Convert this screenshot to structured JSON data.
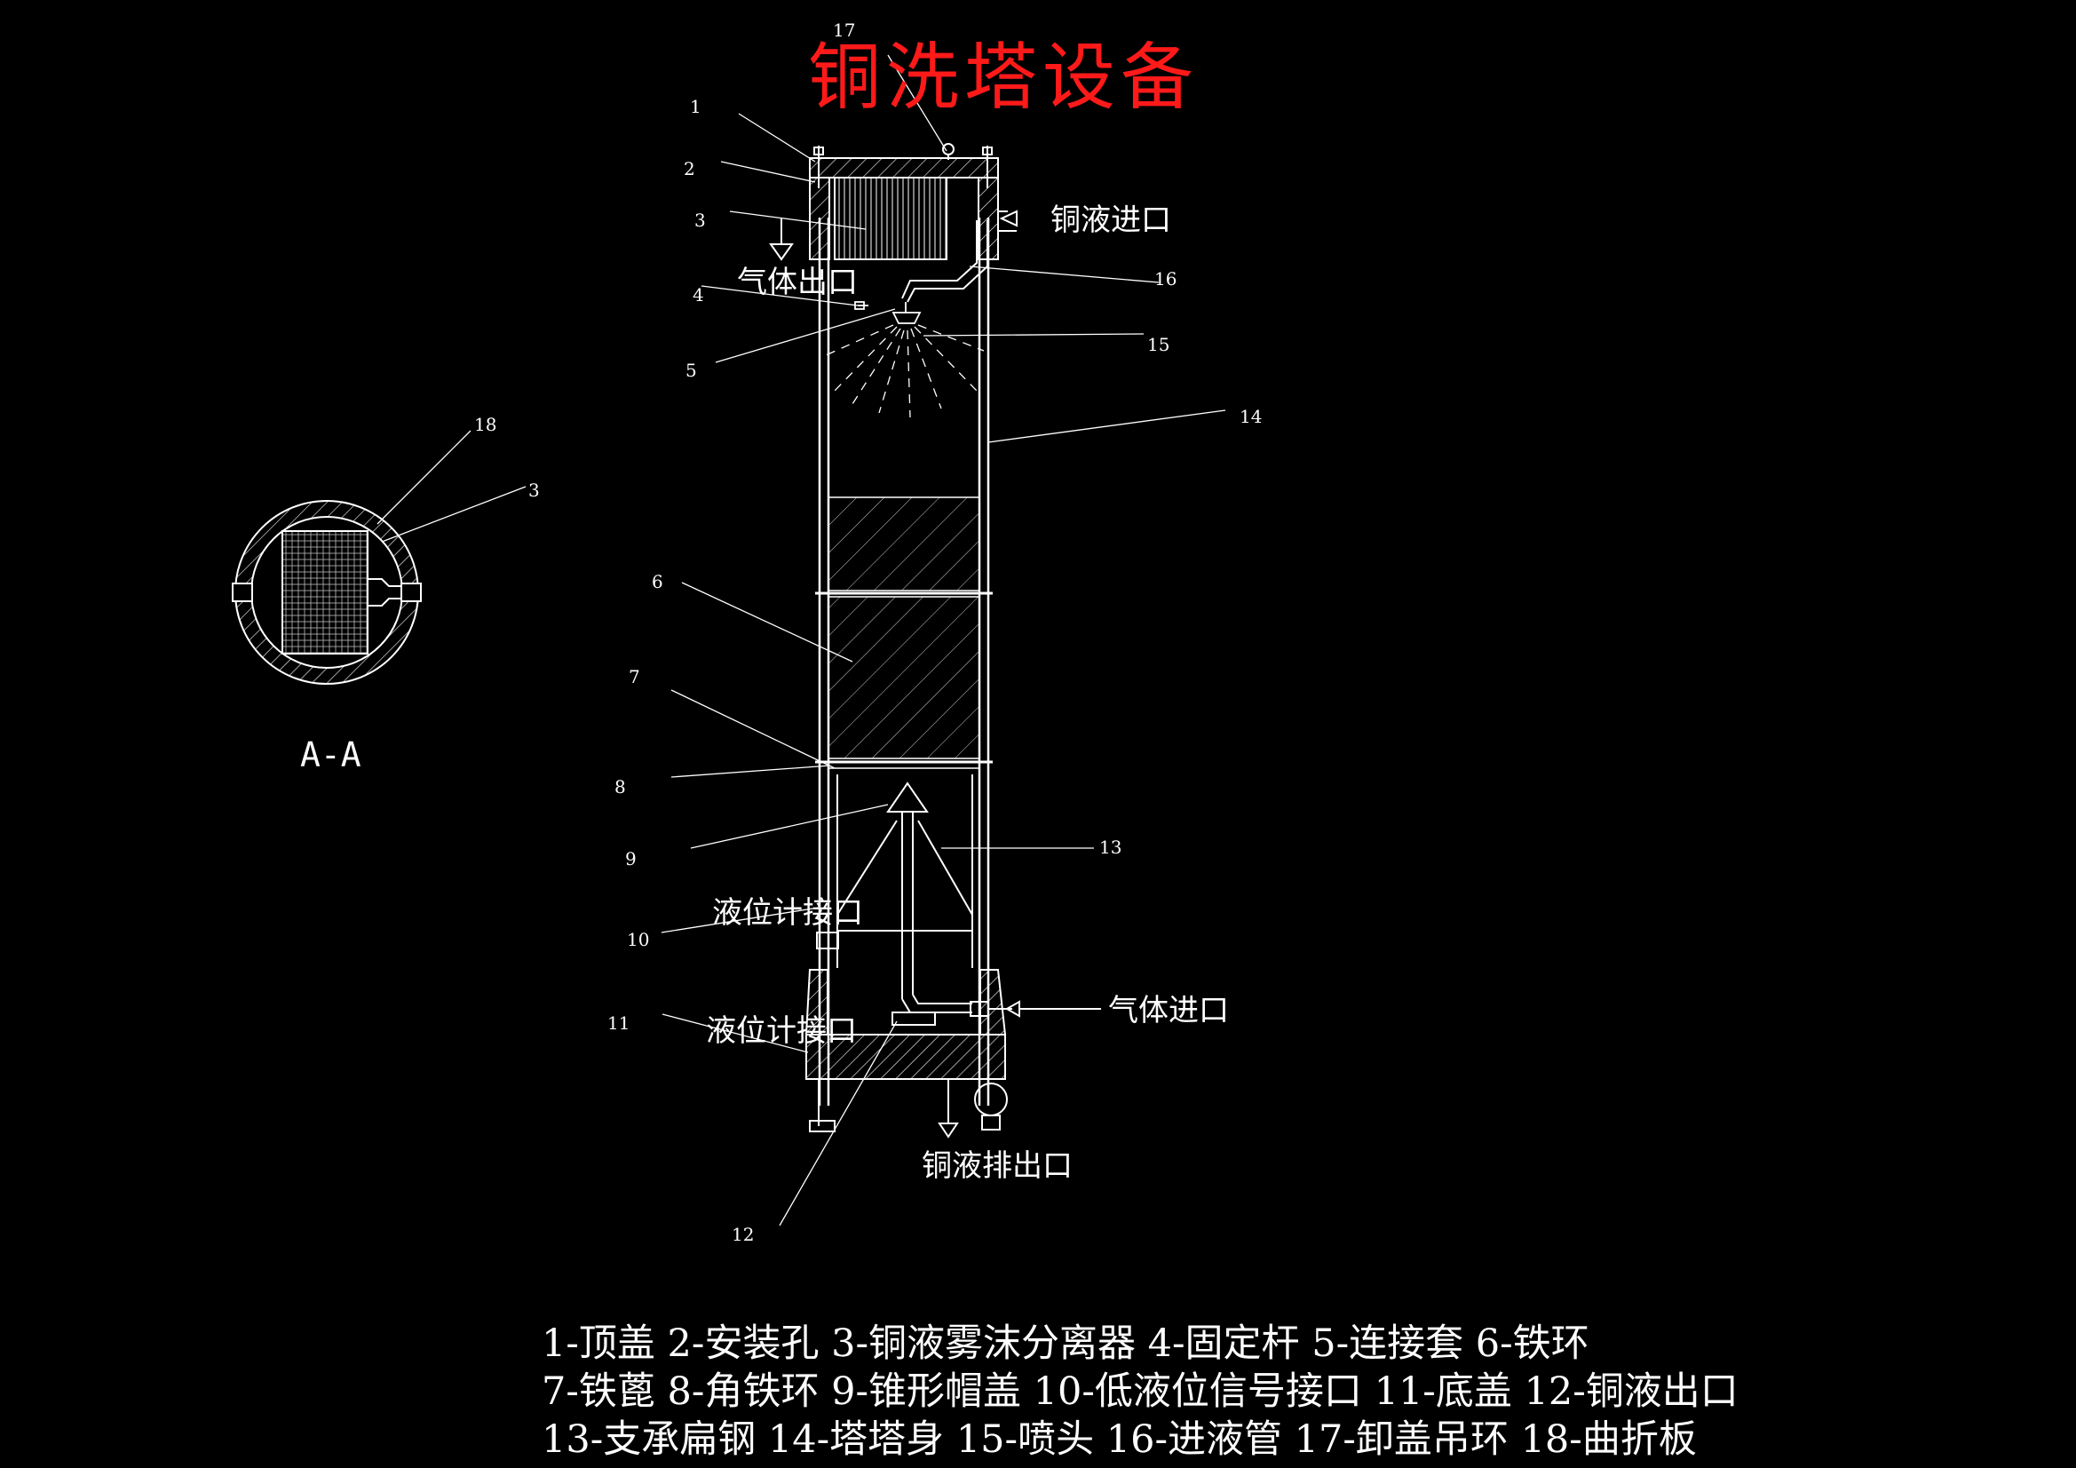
{
  "title": "铜洗塔设备",
  "section_label": "A-A",
  "inlets": {
    "copper_liquid_in": "铜液进口",
    "gas_out": "气体出口",
    "gas_in": "气体进口",
    "level_port_upper": "液位计接口",
    "level_port_lower": "液位计接口",
    "copper_liquid_drain": "铜液排出口"
  },
  "part_numbers": {
    "n1": "1",
    "n2": "2",
    "n3": "3",
    "n4": "4",
    "n5": "5",
    "n6": "6",
    "n7": "7",
    "n8": "8",
    "n9": "9",
    "n10": "10",
    "n11": "11",
    "n12": "12",
    "n13": "13",
    "n14": "14",
    "n15": "15",
    "n16": "16",
    "n17": "17",
    "n18": "18",
    "n3b": "3"
  },
  "legend": {
    "line1": "1-顶盖 2-安装孔 3-铜液雾沫分离器 4-固定杆 5-连接套 6-铁环",
    "line2": "7-铁蓖 8-角铁环 9-锥形帽盖 10-低液位信号接口 11-底盖 12-铜液出口",
    "line3": "13-支承扁钢 14-塔塔身 15-喷头 16-进液管 17-卸盖吊环 18-曲折板"
  },
  "colors": {
    "background": "#000000",
    "title": "#ff1a1a",
    "lines": "#ffffff"
  }
}
